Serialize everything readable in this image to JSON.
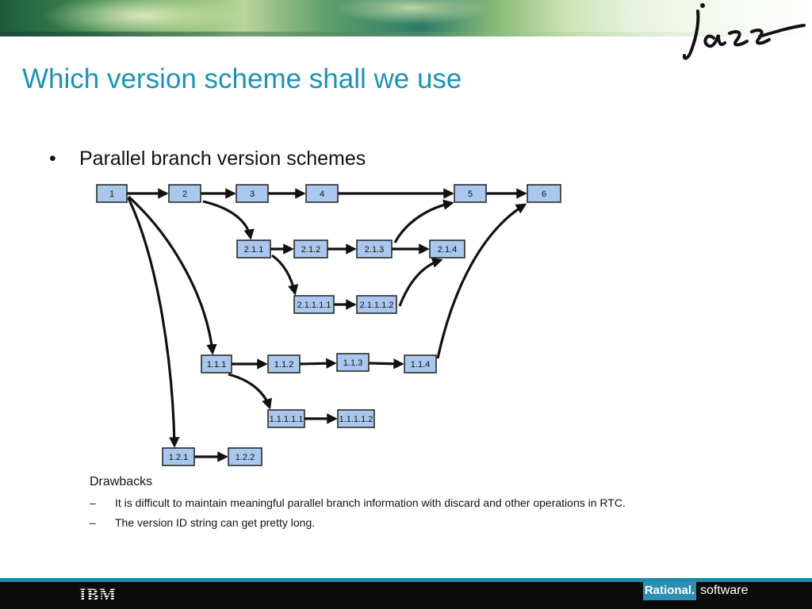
{
  "header": {
    "logo": "jazz"
  },
  "slide": {
    "title": "Which version scheme shall we use",
    "bullet": "Parallel branch version schemes",
    "bullet_marker": "•",
    "drawbacks_heading": "Drawbacks",
    "drawbacks": [
      "It is difficult to maintain meaningful parallel branch information with discard and other operations in RTC.",
      "The version ID string can get pretty long."
    ],
    "dash_marker": "–"
  },
  "diagram": {
    "nodes": [
      {
        "id": "n1",
        "label": "1"
      },
      {
        "id": "n2",
        "label": "2"
      },
      {
        "id": "n3",
        "label": "3"
      },
      {
        "id": "n4",
        "label": "4"
      },
      {
        "id": "n5",
        "label": "5"
      },
      {
        "id": "n6",
        "label": "6"
      },
      {
        "id": "n211",
        "label": "2.1.1"
      },
      {
        "id": "n212",
        "label": "2.1.2"
      },
      {
        "id": "n213",
        "label": "2.1.3"
      },
      {
        "id": "n214",
        "label": "2.1.4"
      },
      {
        "id": "n21111",
        "label": "2.1.1.1.1"
      },
      {
        "id": "n21112",
        "label": "2.1.1.1.2"
      },
      {
        "id": "n111",
        "label": "1.1.1"
      },
      {
        "id": "n112",
        "label": "1.1.2"
      },
      {
        "id": "n113",
        "label": "1.1.3"
      },
      {
        "id": "n114",
        "label": "1.1.4"
      },
      {
        "id": "n11111",
        "label": "1.1.1.1.1"
      },
      {
        "id": "n11112",
        "label": "1.1.1.1.2"
      },
      {
        "id": "n121",
        "label": "1.2.1"
      },
      {
        "id": "n122",
        "label": "1.2.2"
      }
    ],
    "edges": [
      [
        "n1",
        "n2"
      ],
      [
        "n2",
        "n3"
      ],
      [
        "n3",
        "n4"
      ],
      [
        "n4",
        "n5"
      ],
      [
        "n5",
        "n6"
      ],
      [
        "n2",
        "n211"
      ],
      [
        "n211",
        "n212"
      ],
      [
        "n212",
        "n213"
      ],
      [
        "n213",
        "n214"
      ],
      [
        "n213",
        "n5"
      ],
      [
        "n211",
        "n21111"
      ],
      [
        "n21111",
        "n21112"
      ],
      [
        "n21112",
        "n214"
      ],
      [
        "n1",
        "n111"
      ],
      [
        "n111",
        "n112"
      ],
      [
        "n112",
        "n113"
      ],
      [
        "n113",
        "n114"
      ],
      [
        "n114",
        "n6"
      ],
      [
        "n111",
        "n11111"
      ],
      [
        "n11111",
        "n11112"
      ],
      [
        "n1",
        "n121"
      ],
      [
        "n121",
        "n122"
      ]
    ]
  },
  "footer": {
    "ibm_logo": "IBM",
    "brand": "Rational.",
    "product": "software"
  },
  "colors": {
    "title": "#1b93b5",
    "node_fill": "#aac7ee",
    "footer_accent": "#1a8aa8",
    "rational_box": "#2b8fb3"
  }
}
